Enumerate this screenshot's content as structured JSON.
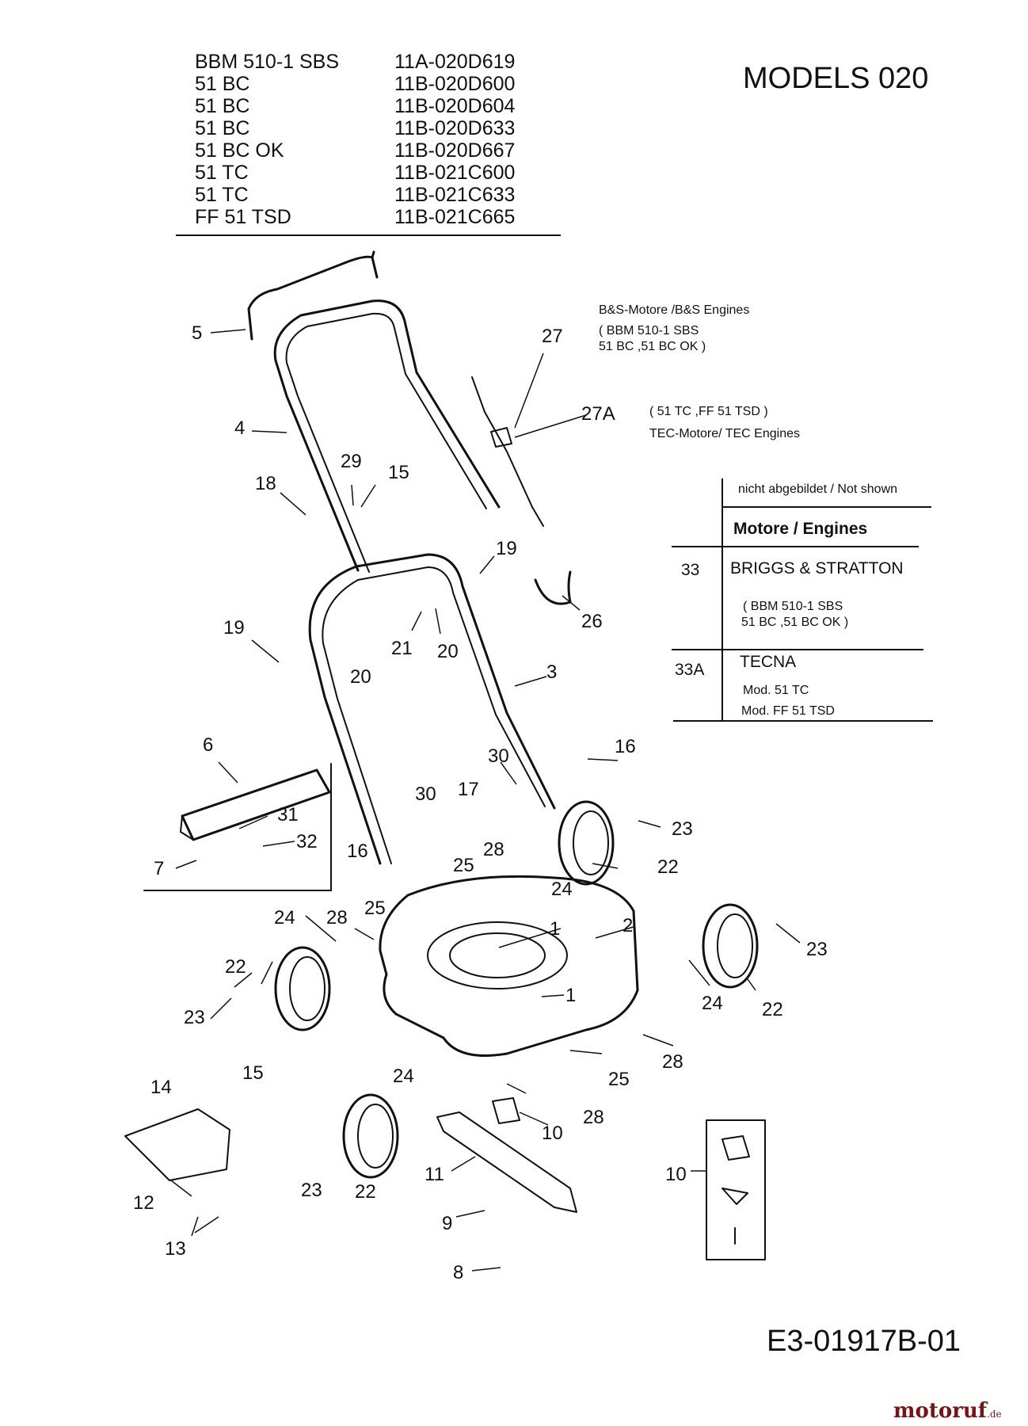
{
  "title": "MODELS 020",
  "models": [
    {
      "name": "BBM 510-1 SBS",
      "number": "11A-020D619"
    },
    {
      "name": "51 BC",
      "number": "11B-020D600"
    },
    {
      "name": "51 BC",
      "number": "11B-020D604"
    },
    {
      "name": "51 BC",
      "number": "11B-020D633"
    },
    {
      "name": "51 BC OK",
      "number": "11B-020D667"
    },
    {
      "name": "51 TC",
      "number": "11B-021C600"
    },
    {
      "name": "51 TC",
      "number": "11B-021C633"
    },
    {
      "name": "FF 51 TSD",
      "number": "11B-021C665"
    }
  ],
  "notes": {
    "bs_engines": "B&S-Motore /B&S Engines",
    "bs_models_1": "( BBM 510-1 SBS",
    "bs_models_2": "51 BC ,51 BC OK )",
    "tec_models": "( 51 TC ,FF 51 TSD )",
    "tec_engines": "TEC-Motore/ TEC Engines"
  },
  "engine_table": {
    "not_shown": "nicht abgebildet / Not shown",
    "header": "Motore / Engines",
    "rows": [
      {
        "num": "33",
        "brand": "BRIGGS & STRATTON",
        "detail_1": "( BBM 510-1 SBS",
        "detail_2": "51 BC ,51 BC OK )"
      },
      {
        "num": "33A",
        "brand": "TECNA",
        "detail_1": "Mod. 51 TC",
        "detail_2": "Mod. FF 51 TSD"
      }
    ]
  },
  "callouts": [
    "5",
    "4",
    "27",
    "27A",
    "29",
    "15",
    "18",
    "19",
    "26",
    "19",
    "21",
    "20",
    "20",
    "3",
    "6",
    "30",
    "16",
    "31",
    "32",
    "7",
    "30",
    "17",
    "16",
    "23",
    "22",
    "25",
    "28",
    "25",
    "24",
    "24",
    "28",
    "2",
    "1",
    "1",
    "22",
    "23",
    "23",
    "24",
    "22",
    "15",
    "14",
    "24",
    "10",
    "28",
    "25",
    "28",
    "12",
    "11",
    "23",
    "22",
    "9",
    "13",
    "8",
    "10"
  ],
  "doc_code": "E3-01917B-01",
  "watermark": {
    "brand": "motoruf",
    "suffix": ".de"
  }
}
